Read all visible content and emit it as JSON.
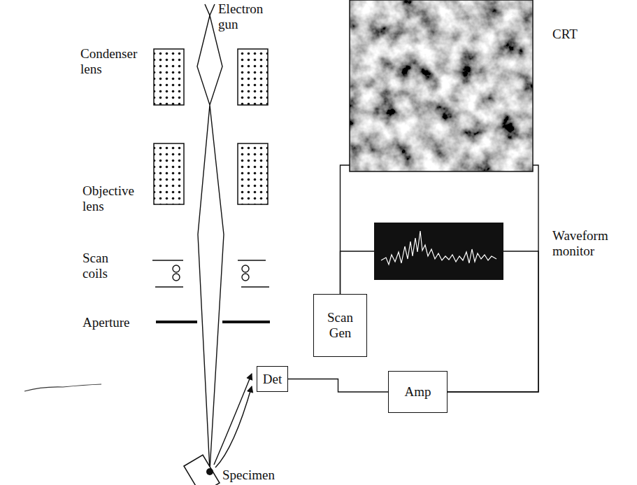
{
  "diagram": {
    "nodes": [
      {
        "text": [
          "CRT"
        ]
      },
      {
        "text": [
          "Waveform monitor"
        ]
      },
      {
        "text": [
          "Scan Gen"
        ]
      },
      {
        "text": [
          "Det"
        ]
      },
      {
        "text": [
          "Amp"
        ]
      }
    ],
    "edges": [
      {
        "from": 3,
        "to": 4,
        "arrow": "none"
      },
      {
        "from": 4,
        "to": 0,
        "arrow": "none"
      },
      {
        "from": 4,
        "to": 1,
        "arrow": "none"
      },
      {
        "from": 2,
        "to": 0,
        "arrow": "none"
      },
      {
        "from": 2,
        "to": 1,
        "arrow": "none"
      }
    ],
    "labels": [
      "Electron gun",
      "Condenser lens",
      "Objective lens",
      "Scan coils",
      "Aperture",
      "Specimen"
    ]
  }
}
